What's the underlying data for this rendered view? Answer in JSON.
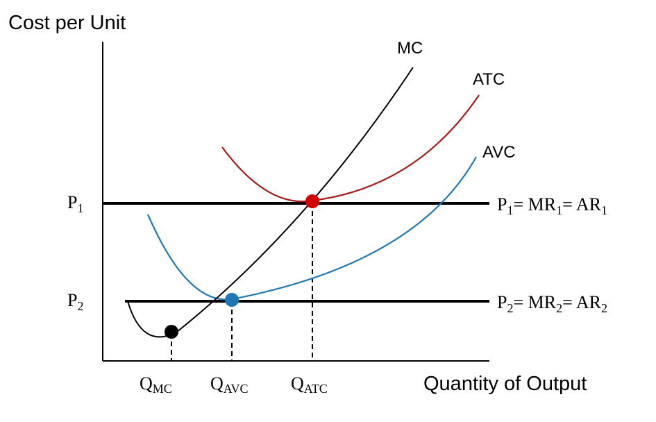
{
  "axes": {
    "y_label": "Cost per Unit",
    "x_label": "Quantity of Output"
  },
  "curves": {
    "mc": "MC",
    "atc": "ATC",
    "avc": "AVC"
  },
  "prices": {
    "p1": {
      "base": "P",
      "sub": "1"
    },
    "p2": {
      "base": "P",
      "sub": "2"
    }
  },
  "price_lines": {
    "line1": {
      "p": "P",
      "p_sub": "1",
      "mr": "= MR",
      "mr_sub": "1",
      "ar": "= AR",
      "ar_sub": "1"
    },
    "line2": {
      "p": "P",
      "p_sub": "2",
      "mr": "= MR",
      "mr_sub": "2",
      "ar": "= AR",
      "ar_sub": "2"
    }
  },
  "quantities": {
    "q_mc": {
      "base": "Q",
      "sub": "MC"
    },
    "q_avc": {
      "base": "Q",
      "sub": "AVC"
    },
    "q_atc": {
      "base": "Q",
      "sub": "ATC"
    }
  },
  "colors": {
    "mc": "#000000",
    "atc": "#a31a1a",
    "avc": "#1f77b4",
    "axis": "#000000",
    "mc_min_point": "#000000",
    "avc_min_point": "#1f77b4",
    "atc_min_point": "#d40000"
  }
}
